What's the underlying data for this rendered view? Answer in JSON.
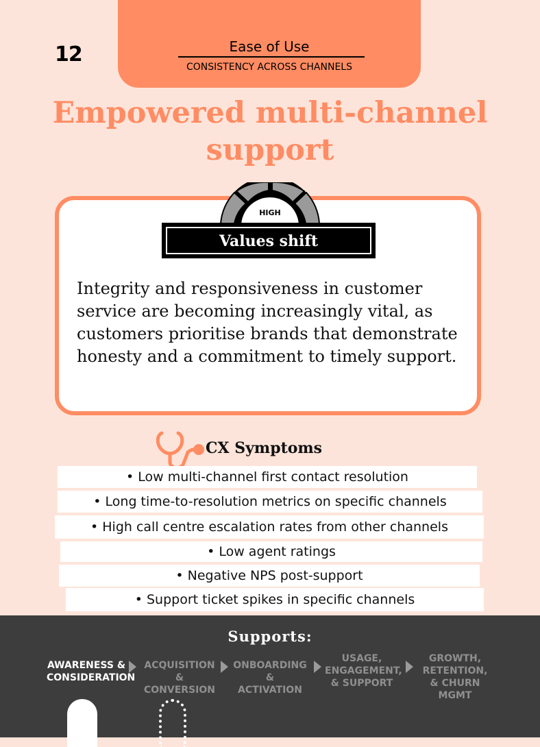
{
  "page_number": "12",
  "header": {
    "category": "Ease of Use",
    "subcategory": "CONSISTENCY ACROSS CHANNELS"
  },
  "title": "Empowered multi-channel support",
  "card": {
    "gauge_level": "HIGH",
    "label": "Values shift",
    "body": "Integrity and responsiveness in customer service are becoming increasingly vital, as customers prioritise brands that demonstrate honesty and a commitment to timely support."
  },
  "symptoms": {
    "title": "CX Symptoms",
    "items": [
      "• Low multi-channel first contact resolution",
      "• Long time-to-resolution metrics on specific channels",
      "• High call centre escalation rates from other channels",
      "• Low agent ratings",
      "• Negative NPS post-support",
      "• Support ticket spikes in specific channels"
    ]
  },
  "footer": {
    "supports_label": "Supports:",
    "stages": [
      {
        "line1": "AWARENESS &",
        "line2": "CONSIDERATION",
        "line3": "",
        "active": true
      },
      {
        "line1": "ACQUISITION",
        "line2": "& CONVERSION",
        "line3": "",
        "active": false
      },
      {
        "line1": "ONBOARDING",
        "line2": "& ACTIVATION",
        "line3": "",
        "active": false
      },
      {
        "line1": "USAGE,",
        "line2": "ENGAGEMENT,",
        "line3": "& SUPPORT",
        "active": false
      },
      {
        "line1": "GROWTH,",
        "line2": "RETENTION,",
        "line3": "& CHURN MGMT",
        "active": false
      }
    ]
  },
  "colors": {
    "background": "#fde4da",
    "accent": "#ff8c63",
    "footer": "#3d3d3d",
    "inactive_stage": "#8f8f8f"
  }
}
